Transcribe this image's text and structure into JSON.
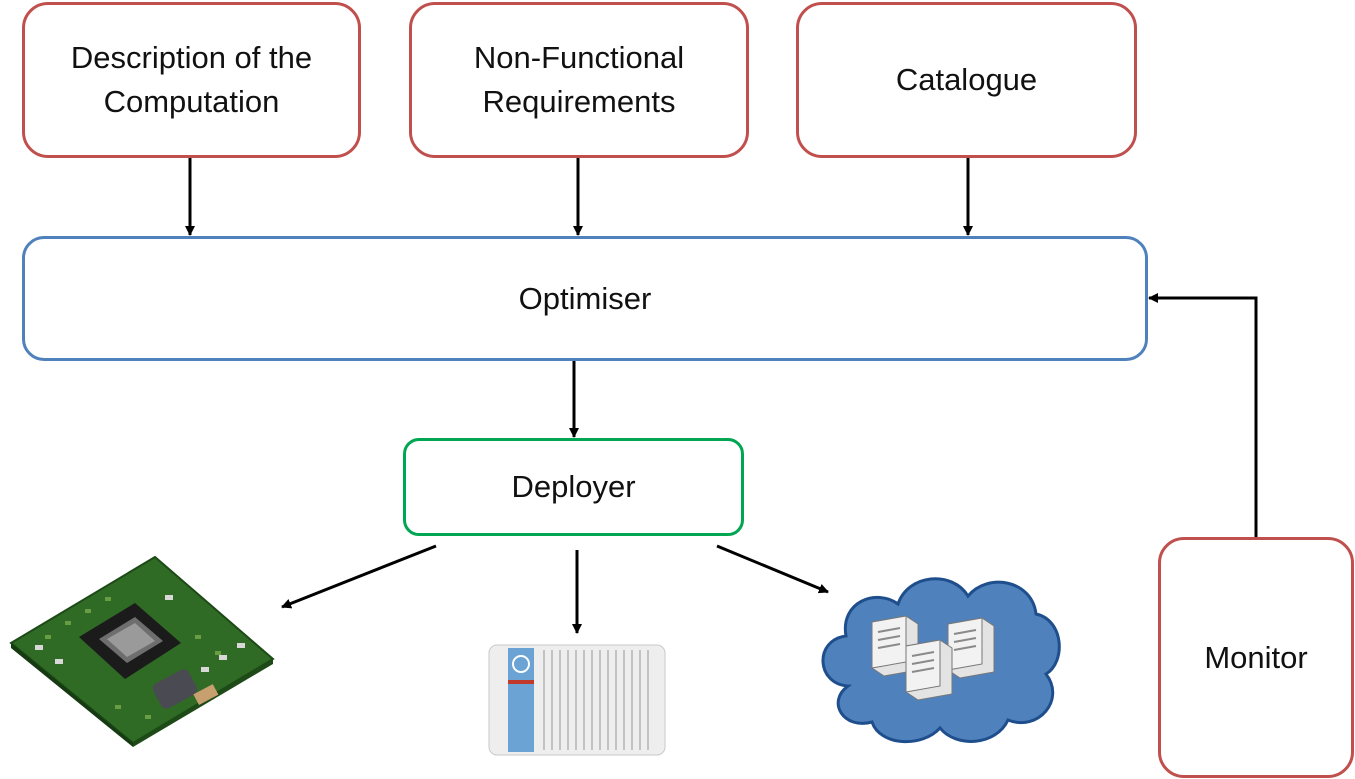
{
  "nodes": {
    "description": {
      "label": "Description of the\nComputation"
    },
    "nonfunctional": {
      "label": "Non-Functional\nRequirements"
    },
    "catalogue": {
      "label": "Catalogue"
    },
    "optimiser": {
      "label": "Optimiser"
    },
    "deployer": {
      "label": "Deployer"
    },
    "monitor": {
      "label": "Monitor"
    }
  },
  "edges": [
    {
      "from": "description",
      "to": "optimiser"
    },
    {
      "from": "nonfunctional",
      "to": "optimiser"
    },
    {
      "from": "catalogue",
      "to": "optimiser"
    },
    {
      "from": "optimiser",
      "to": "deployer"
    },
    {
      "from": "deployer",
      "to": "iot-board"
    },
    {
      "from": "deployer",
      "to": "edge-gateway"
    },
    {
      "from": "deployer",
      "to": "cloud"
    },
    {
      "from": "monitor",
      "to": "optimiser"
    }
  ],
  "targets": [
    {
      "name": "iot-board",
      "icon": "circuit-board-icon"
    },
    {
      "name": "edge-gateway",
      "icon": "edge-gateway-device-icon"
    },
    {
      "name": "cloud",
      "icon": "cloud-servers-icon"
    }
  ],
  "colors": {
    "input_border": "#c0504d",
    "optimiser_border": "#4f81bd",
    "deployer_border": "#00a651",
    "arrow": "#000000",
    "cloud_fill": "#4f81bd"
  }
}
